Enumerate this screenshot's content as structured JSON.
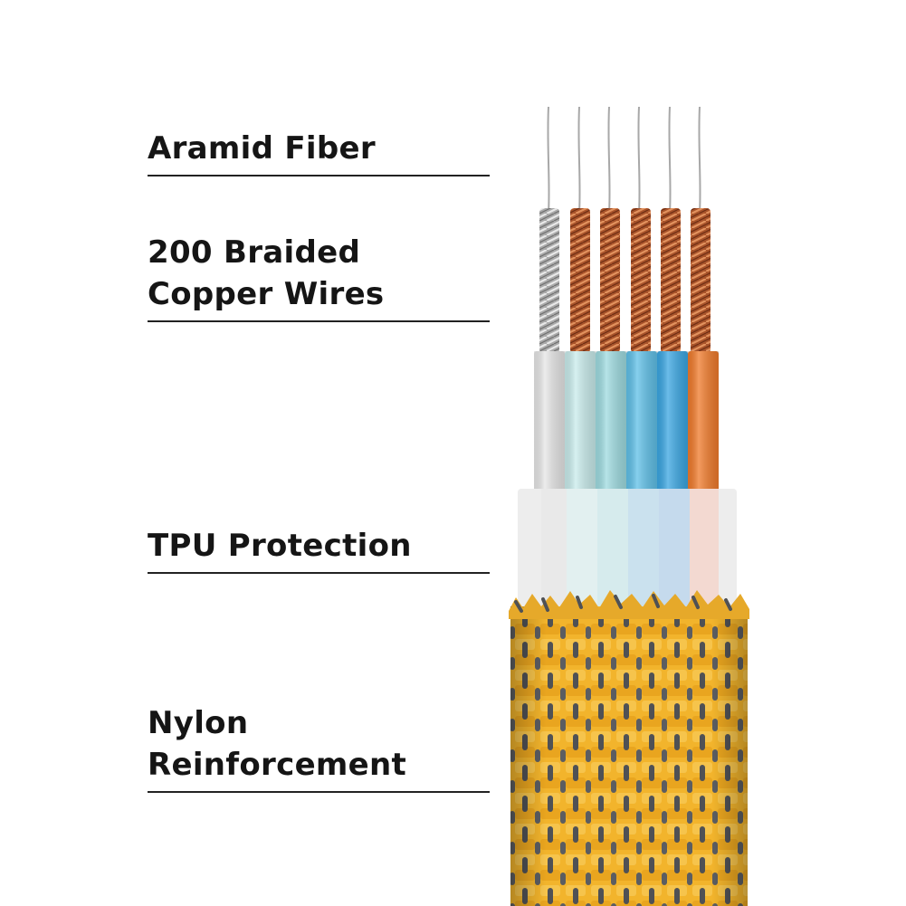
{
  "labels": {
    "aramid": "Aramid Fiber",
    "copper_line1": "200 Braided",
    "copper_line2": "Copper Wires",
    "tpu": "TPU Protection",
    "nylon_line1": "Nylon",
    "nylon_line2": "Reinforcement"
  },
  "colors": {
    "text": "#151515",
    "leader_line": "#222222",
    "aramid_fiber": "#a8a8a8",
    "silver_conductor": "#b9b9b9",
    "copper_conductor": "#a8532a",
    "insulation": [
      "#e6e6e6",
      "#c9ecec",
      "#9edbe0",
      "#5fc0e8",
      "#3aa6e2",
      "#f07a2a"
    ],
    "tpu_jacket": "#eeeeee",
    "nylon_braid": "#f2b42c",
    "nylon_stitch": "#4f5155"
  },
  "icons": [
    "cable-cross-section-illustration"
  ]
}
